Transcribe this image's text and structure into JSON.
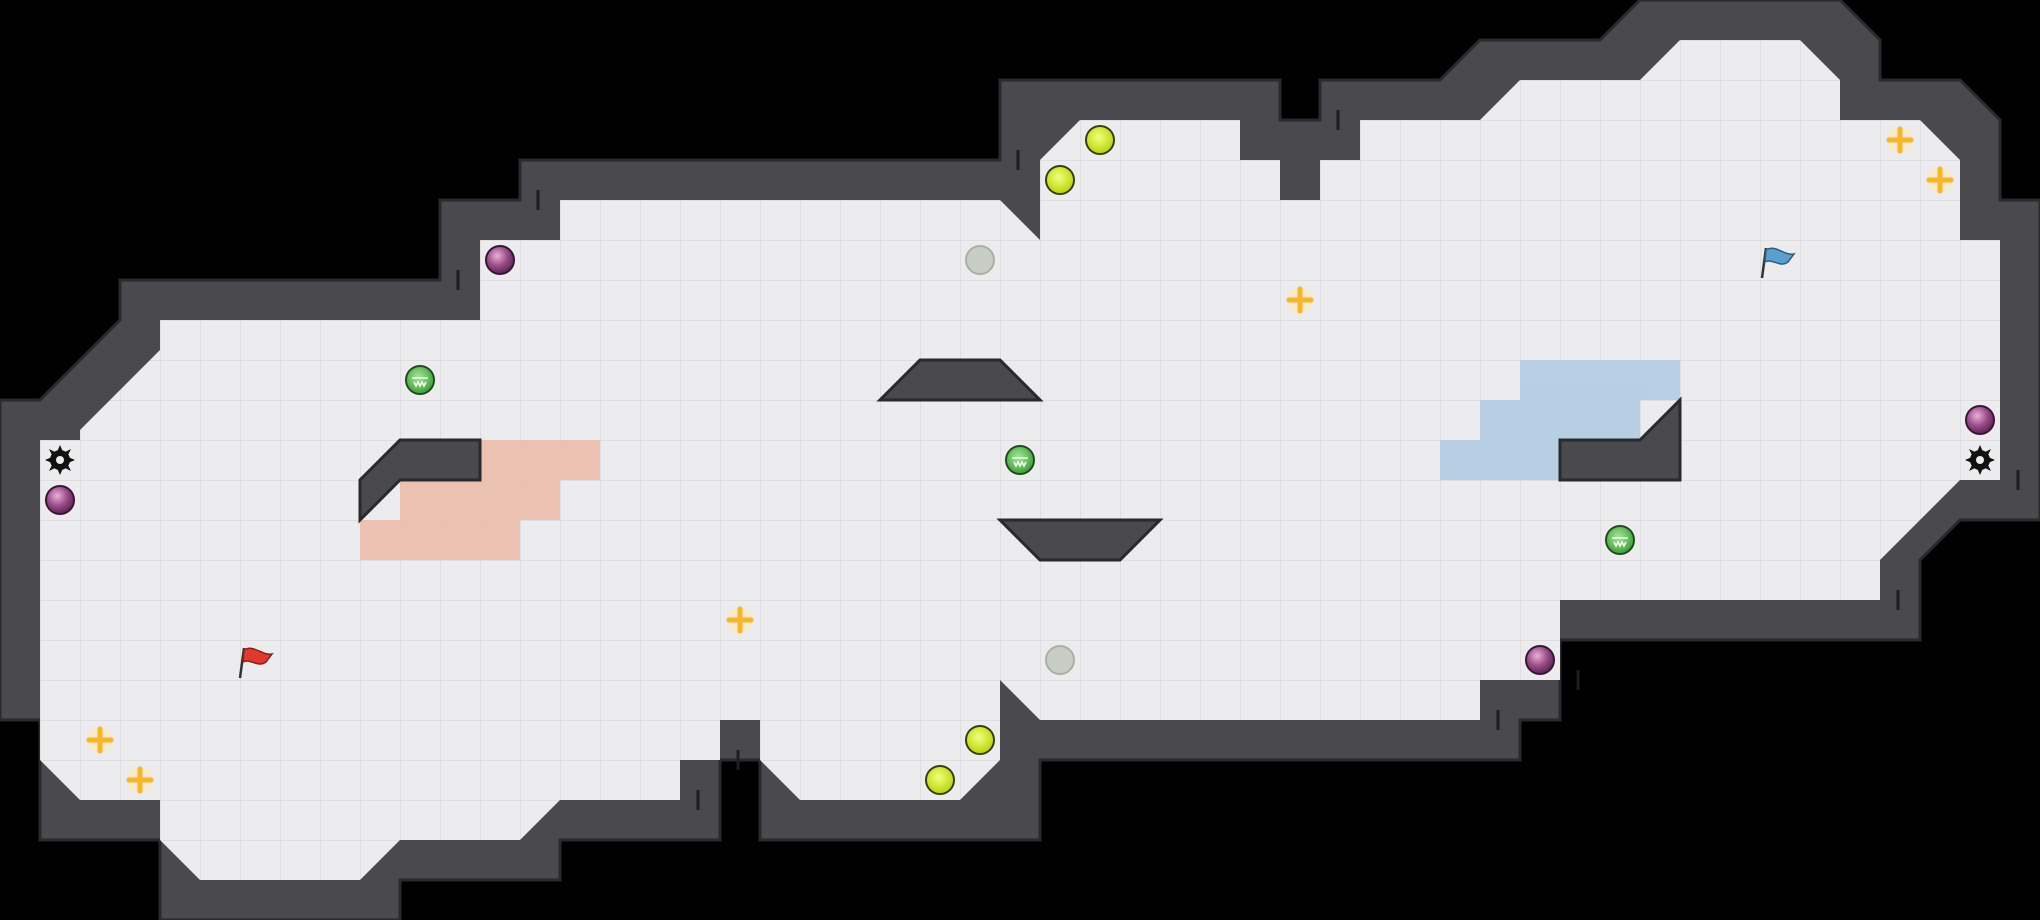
{
  "game": {
    "type": "capture-the-flag arena map",
    "colors": {
      "background": "#000000",
      "floor": "#ececee",
      "grid_line": "#d9d9dc",
      "wall": "#4a4a4e",
      "wall_edge": "#2a2a2c",
      "wall_notch": "#1e1e20",
      "red_zone": "#ebbfaf",
      "blue_zone": "#b5cde3",
      "red_flag": "#e03a2e",
      "blue_flag": "#5a9fd0",
      "boost": "#c9e51f",
      "powerup": "#65c157",
      "bomb": "#9b4d8b",
      "spike": "#111111",
      "portal_inactive": "#c7cdc2",
      "boost_pad": "#f5b52c"
    },
    "flags": [
      {
        "team": "red",
        "icon": "red-flag-icon"
      },
      {
        "team": "blue",
        "icon": "blue-flag-icon"
      }
    ]
  }
}
